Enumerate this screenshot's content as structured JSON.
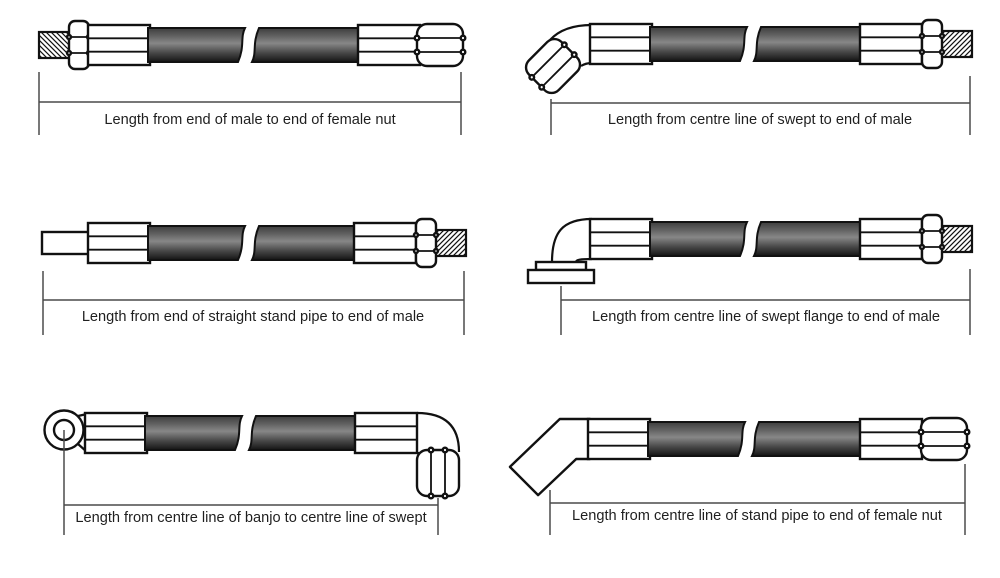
{
  "title": "Hose assembly length measurement diagrams",
  "colors": {
    "background": "#ffffff",
    "outline": "#111111",
    "dimension_line": "#4a4a4a",
    "label_text": "#1f1f1f",
    "hose_dark": "#141414",
    "hose_mid": "#868686"
  },
  "diagrams": [
    {
      "id": "male-to-female-nut",
      "left_end": "male",
      "right_end": "female nut",
      "label": "Length from end of male to end of female nut"
    },
    {
      "id": "swept-to-male",
      "left_end": "swept (45°) nut",
      "right_end": "male",
      "label": "Length from centre line of swept to end of male"
    },
    {
      "id": "straight-stand-pipe-to-male",
      "left_end": "straight stand pipe",
      "right_end": "male",
      "label": "Length from end of straight stand pipe to end of male"
    },
    {
      "id": "swept-flange-to-male",
      "left_end": "swept flange (90°)",
      "right_end": "male",
      "label": "Length from centre line of swept flange to end of male"
    },
    {
      "id": "banjo-to-swept",
      "left_end": "banjo",
      "right_end": "swept (90°) nut",
      "label": "Length from centre line of banjo to centre line of swept"
    },
    {
      "id": "stand-pipe-to-female-nut",
      "left_end": "stand pipe (45°)",
      "right_end": "female nut",
      "label": "Length from centre line of stand pipe to end of female nut"
    }
  ]
}
